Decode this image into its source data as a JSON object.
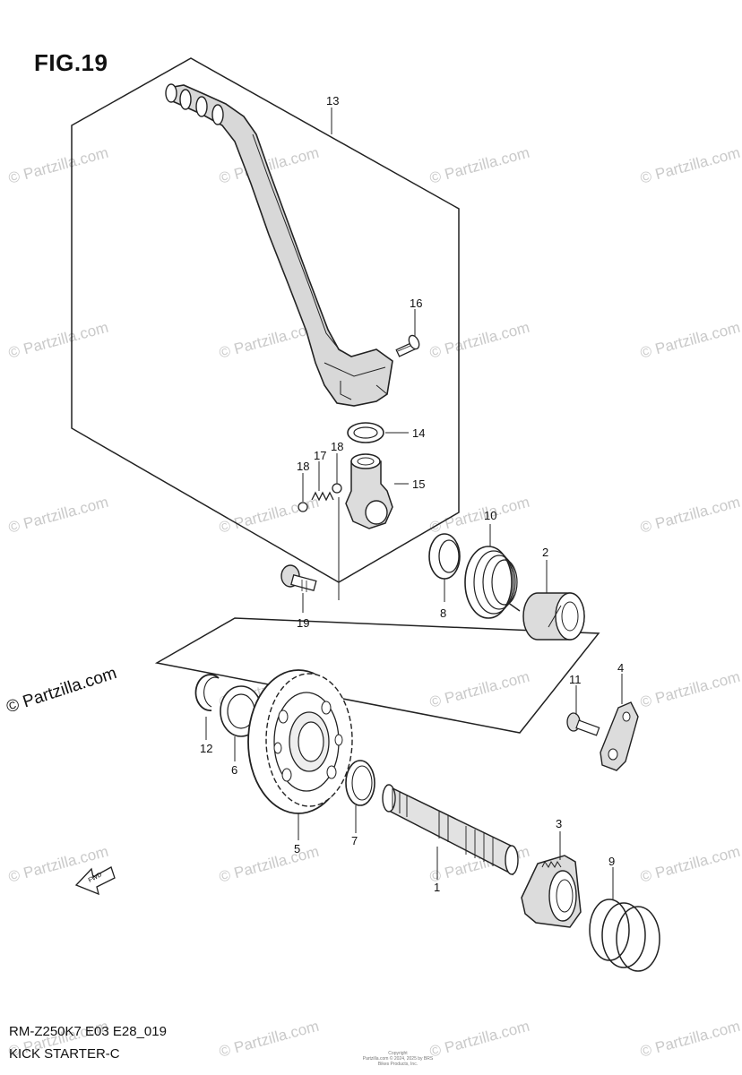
{
  "figure": {
    "label": "FIG.19",
    "model_code": "RM-Z250K7 E03 E28_019",
    "title": "KICK STARTER-C"
  },
  "watermark": {
    "text": "© Partzilla.com",
    "feature_text": "© Partzilla.com"
  },
  "fwd_arrow": "FWD",
  "copyright": {
    "line1": "Copyright",
    "line2": "Partzilla.com © 2024, 2025 by BRS Bikes Products, Inc."
  },
  "callouts": {
    "c1": "1",
    "c2": "2",
    "c3": "3",
    "c4": "4",
    "c5": "5",
    "c6": "6",
    "c7": "7",
    "c8": "8",
    "c9": "9",
    "c10": "10",
    "c11": "11",
    "c12": "12",
    "c13": "13",
    "c14": "14",
    "c15": "15",
    "c16": "16",
    "c17": "17",
    "c18a": "18",
    "c18b": "18",
    "c19": "19"
  }
}
